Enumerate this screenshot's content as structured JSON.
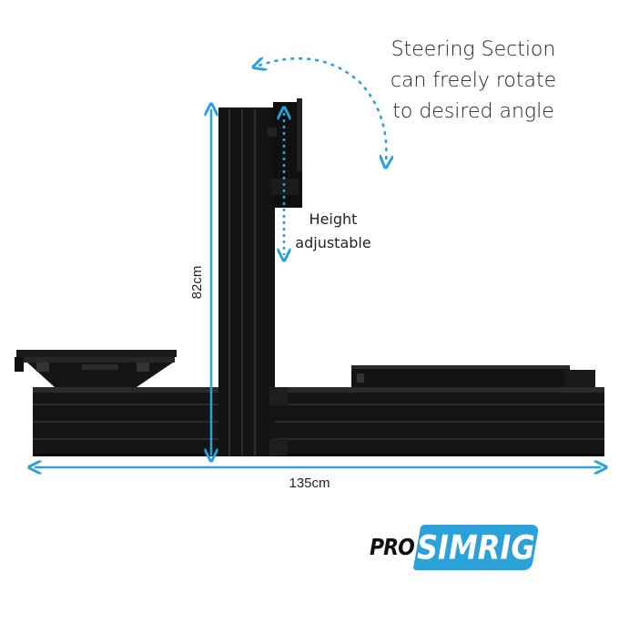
{
  "annotations": {
    "rotate_line1": "Steering Section",
    "rotate_line2": "can freely rotate",
    "rotate_line3": "to desired angle",
    "height_line1": "Height",
    "height_line2": "adjustable",
    "dimension_width": "135cm",
    "dimension_height": "82cm"
  },
  "logo": {
    "prefix": "PRO",
    "name": "SIMRIG"
  },
  "colors": {
    "accent": "#2aa1d8",
    "frame": "#111111"
  }
}
